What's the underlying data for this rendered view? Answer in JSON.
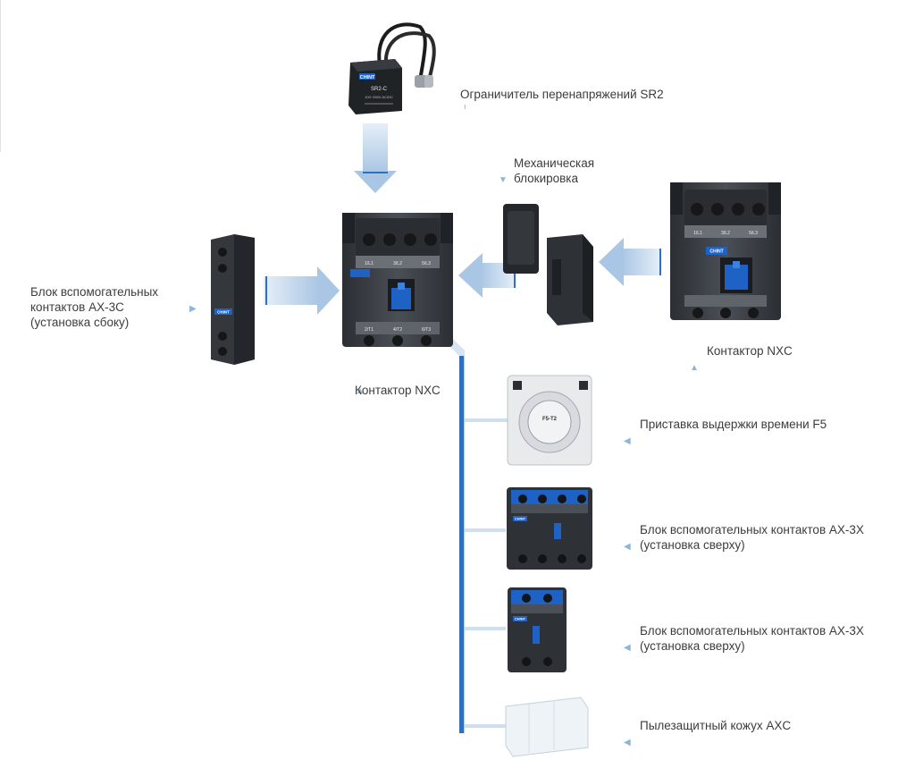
{
  "labels": {
    "surge_limiter": "Ограничитель перенапряжений SR2",
    "surge_limiter_tail": "ı",
    "mechanical_interlock": "Механическая\nблокировка",
    "aux_side_block": "Блок вспомогательных\nконтактов AX-3C\n(установка сбоку)",
    "contactor_center": "Контактор NXC",
    "contactor_right": "Контактор NXC",
    "time_delay": "Приставка выдержки времени F5",
    "aux_top_block_1": "Блок вспомогательных контактов AX-3X\n(установка сверху)",
    "aux_top_block_2": "Блок вспомогательных контактов AX-3X\n(установка сверху)",
    "dust_cover": "Пылезащитный кожух AXC"
  },
  "device_text": {
    "brand": "CHINT",
    "sr2_model": "SR2-C",
    "sr2_spec": "100~250V AC/DC",
    "timer_model": "F5-T2",
    "contactor_terminals_top": [
      "1/L1",
      "3/L2",
      "5/L3"
    ],
    "contactor_terminals_bottom": [
      "2/T1",
      "4/T2",
      "6/T3"
    ]
  },
  "colors": {
    "arrow_fill": "#bcd3ea",
    "arrow_edge": "#2f6fbf",
    "rail": "#c7dbef",
    "rail_edge": "#2f6fbf",
    "device_body": "#3d4147",
    "device_dark": "#25282c",
    "device_blue": "#1e62c6",
    "label_marker": "#8fb4d9"
  }
}
